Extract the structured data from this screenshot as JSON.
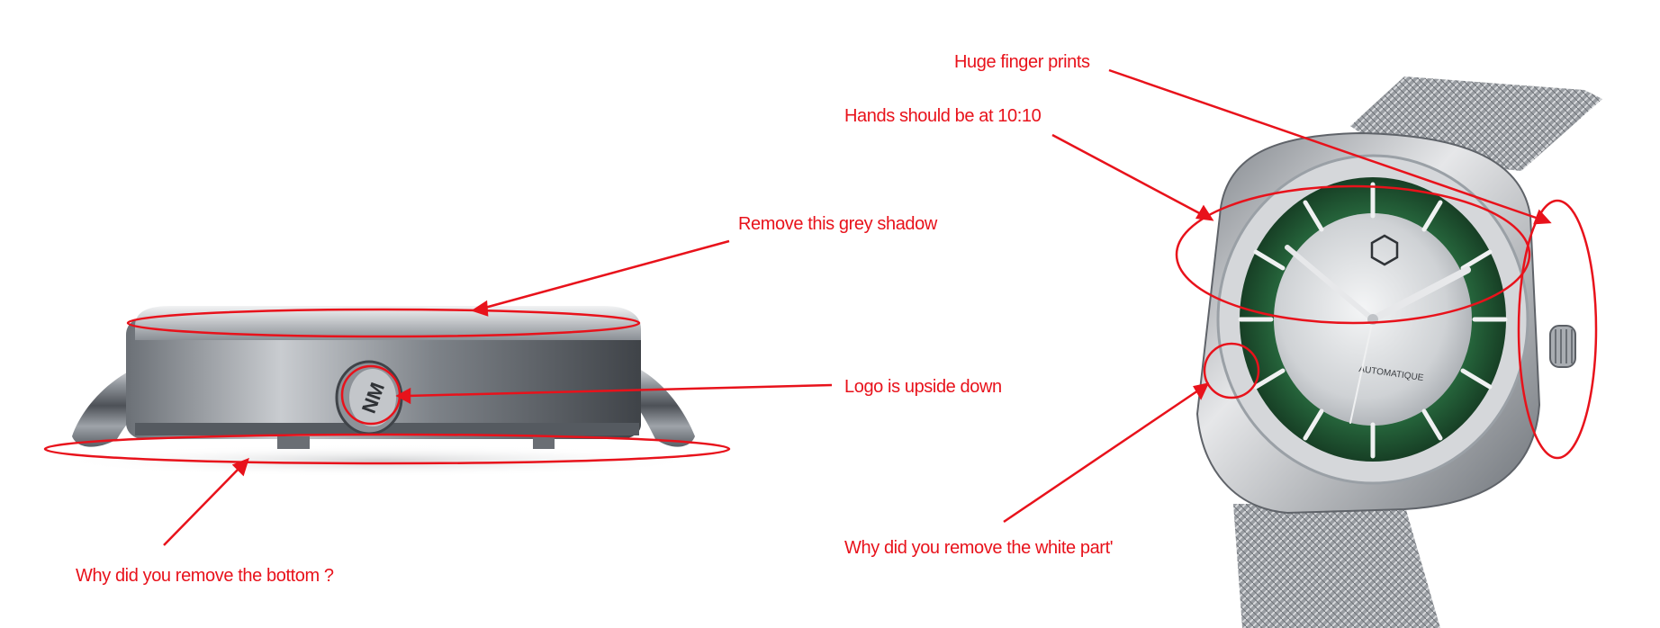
{
  "annotations": {
    "grey_shadow": "Remove this grey shadow",
    "logo": "Logo is upside down",
    "bottom": "Why did you remove the bottom ?",
    "finger_prints": "Huge finger prints",
    "hands": "Hands should be at 10:10",
    "white_part": "Why did you remove the white part'"
  },
  "dial_text": "AUTOMATIQUE",
  "crown_logo": "NM",
  "colors": {
    "annotation": "#e8121b",
    "steel": "#a9adb3",
    "dial_green": "#1f5e36",
    "dial_silver": "#d9dbdd"
  }
}
